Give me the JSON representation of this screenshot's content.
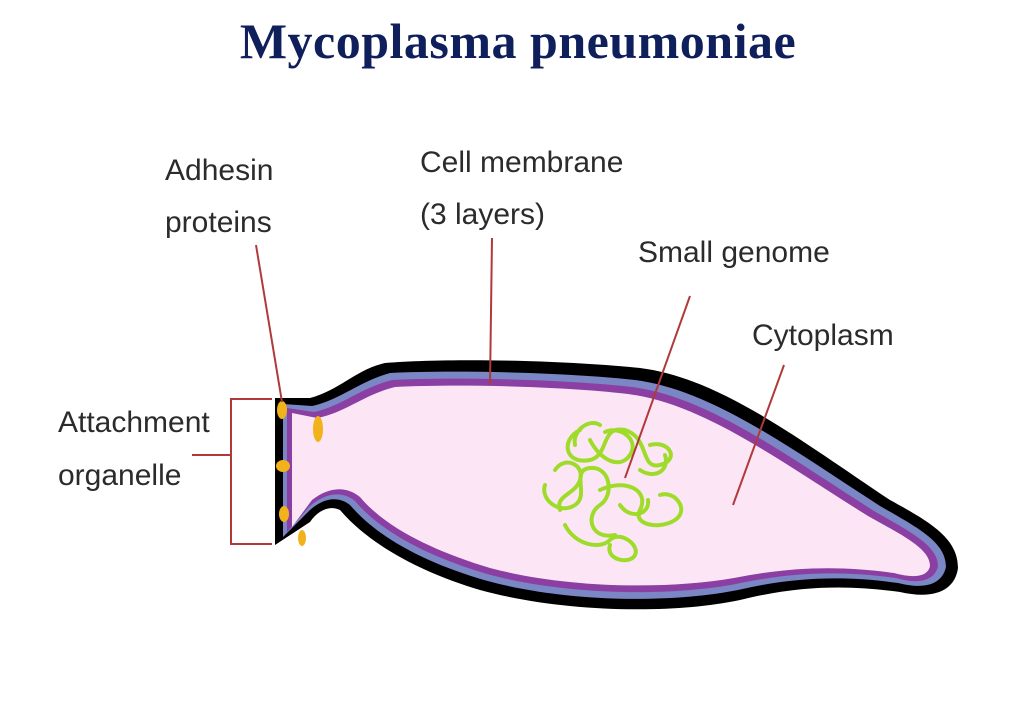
{
  "title": "Mycoplasma pneumoniae",
  "labels": {
    "adhesin_line1": "Adhesin",
    "adhesin_line2": "proteins",
    "membrane_line1": "Cell membrane",
    "membrane_line2": "(3 layers)",
    "genome": "Small genome",
    "cytoplasm": "Cytoplasm",
    "attachment_line1": "Attachment",
    "attachment_line2": "organelle"
  },
  "colors": {
    "title": "#0f1f5c",
    "outer_layer": "#000000",
    "middle_layer": "#7b86c4",
    "inner_layer": "#8b3fa3",
    "cytoplasm": "#fce6f6",
    "genome": "#9fdc2a",
    "adhesins": "#f2b21b",
    "leader_lines": "#b03a3a"
  }
}
